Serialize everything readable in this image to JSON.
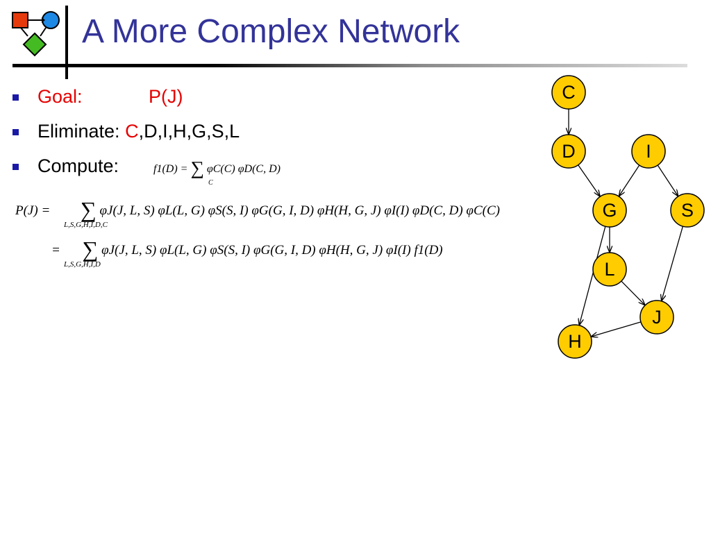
{
  "title": "A More Complex Network",
  "bullets": {
    "goal_label": "Goal:",
    "goal_value": "P(J)",
    "eliminate_label": "Eliminate:",
    "eliminate_first": "C",
    "eliminate_rest": ",D,I,H,G,S,L",
    "compute_label": "Compute:"
  },
  "compute_formula": {
    "lhs": "f1(D) =",
    "rhs": "φC(C) φD(C, D)",
    "sum_index": "C"
  },
  "equation_1": {
    "lhs": "P(J) =",
    "rhs": "φJ(J, L, S) φL(L, G) φS(S, I) φG(G, I, D) φH(H, G, J) φI(I) φD(C, D) φC(C)",
    "sum_index": "L,S,G,H,I,D,C"
  },
  "equation_2": {
    "lhs": "=",
    "rhs": "φJ(J, L, S) φL(L, G) φS(S, I) φG(G, I, D) φH(H, G, J) φI(I) f1(D)",
    "sum_index": "L,S,G,H,I,D"
  },
  "network": {
    "nodes": [
      "C",
      "D",
      "I",
      "G",
      "S",
      "L",
      "J",
      "H"
    ],
    "edges": [
      [
        "C",
        "D"
      ],
      [
        "D",
        "G"
      ],
      [
        "I",
        "G"
      ],
      [
        "I",
        "S"
      ],
      [
        "G",
        "L"
      ],
      [
        "G",
        "H"
      ],
      [
        "L",
        "J"
      ],
      [
        "S",
        "J"
      ],
      [
        "J",
        "H"
      ]
    ]
  },
  "colors": {
    "title": "#333399",
    "accent_red": "#e60000",
    "bullet": "#1a1aa6",
    "node_fill": "#ffcc00"
  }
}
